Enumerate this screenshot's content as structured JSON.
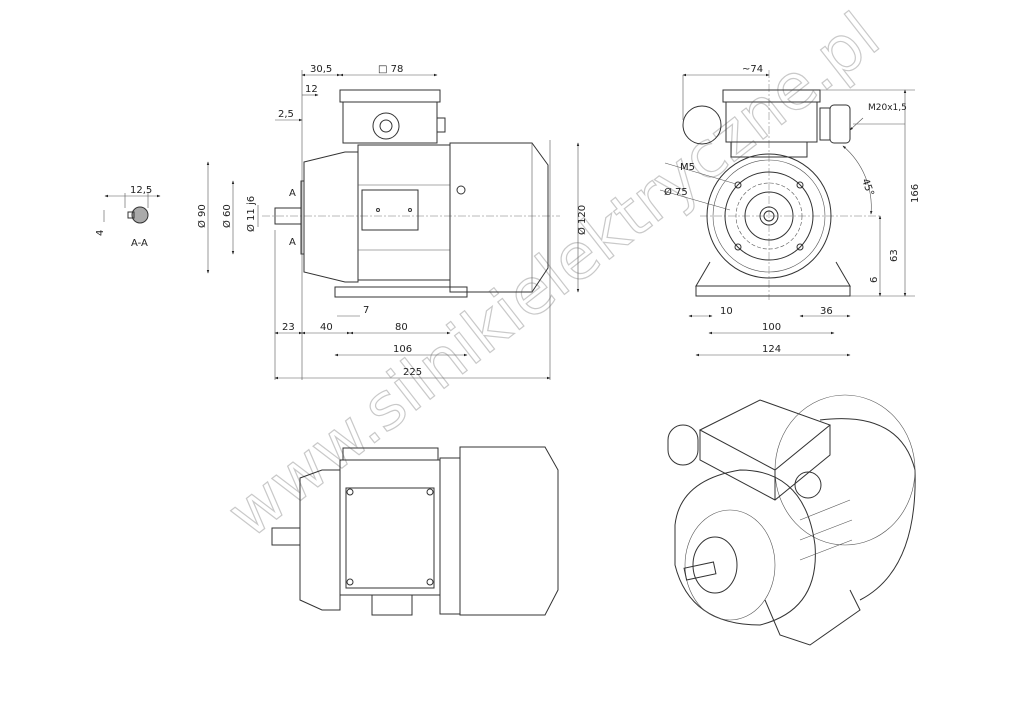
{
  "watermark": "www.silnikielektryczne.pl",
  "section": {
    "label": "A-A",
    "width": "12,5",
    "key": "4",
    "cut_marker": "A"
  },
  "side_view": {
    "dims": {
      "d30_5": "30,5",
      "box": "□ 78",
      "d12": "12",
      "d2_5": "2,5",
      "dia90": "Ø 90",
      "dia60": "Ø 60",
      "shaft": "Ø 11 j6",
      "dia120": "Ø 120",
      "d23": "23",
      "d40": "40",
      "d7": "7",
      "d80": "80",
      "d106": "106",
      "d225": "225"
    }
  },
  "front_view": {
    "dims": {
      "d74": "~74",
      "gland": "M20x1,5",
      "m5": "M5",
      "dia75": "Ø 75",
      "angle": "45°",
      "d166": "166",
      "d63": "63",
      "d6": "6",
      "d10": "10",
      "d36": "36",
      "d100": "100",
      "d124": "124"
    }
  }
}
